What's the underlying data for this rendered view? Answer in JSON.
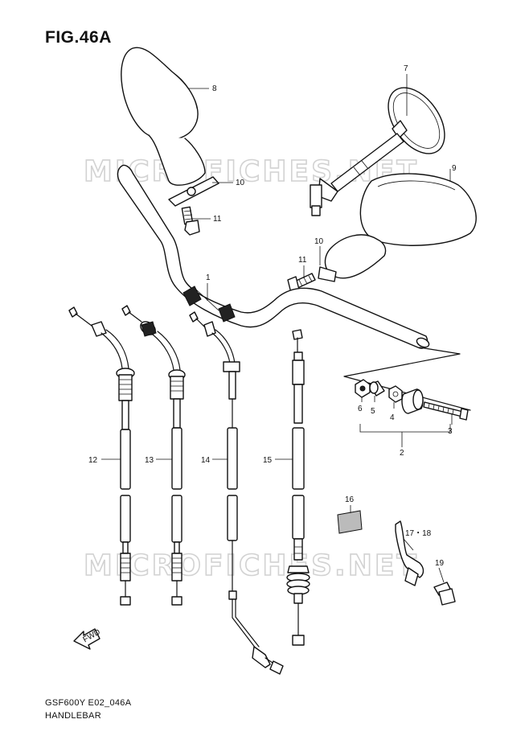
{
  "figure": {
    "title": "FIG.46A",
    "model_code": "GSF600Y E02_046A",
    "section_name": "HANDLEBAR"
  },
  "watermark": {
    "text": "MICROFICHES.NET"
  },
  "callouts": [
    {
      "id": "c1",
      "label": "1"
    },
    {
      "id": "c2",
      "label": "2"
    },
    {
      "id": "c3",
      "label": "3"
    },
    {
      "id": "c4",
      "label": "4"
    },
    {
      "id": "c5",
      "label": "5"
    },
    {
      "id": "c6",
      "label": "6"
    },
    {
      "id": "c7",
      "label": "7"
    },
    {
      "id": "c8",
      "label": "8"
    },
    {
      "id": "c9",
      "label": "9"
    },
    {
      "id": "c10a",
      "label": "10"
    },
    {
      "id": "c10b",
      "label": "10"
    },
    {
      "id": "c11a",
      "label": "11"
    },
    {
      "id": "c11b",
      "label": "11"
    },
    {
      "id": "c12",
      "label": "12"
    },
    {
      "id": "c13",
      "label": "13"
    },
    {
      "id": "c14",
      "label": "14"
    },
    {
      "id": "c15",
      "label": "15"
    },
    {
      "id": "c16",
      "label": "16"
    },
    {
      "id": "c17",
      "label": "17・18"
    },
    {
      "id": "c19",
      "label": "19"
    }
  ],
  "fwd_arrow": {
    "label": "FWD"
  }
}
